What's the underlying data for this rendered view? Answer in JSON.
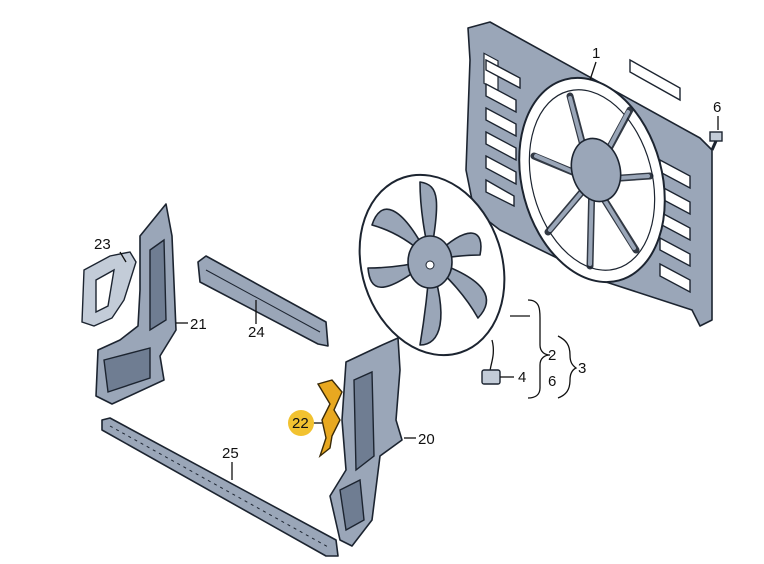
{
  "diagram": {
    "title": "Radiator fan shroud assembly exploded view",
    "highlight_color": "#f2c230",
    "part_color": "#9aa6b8",
    "labels": {
      "p1": "1",
      "p6a": "6",
      "p2": "2",
      "p3": "3",
      "p6b": "6",
      "p4": "4",
      "p23": "23",
      "p21": "21",
      "p24": "24",
      "p22": "22",
      "p20": "20",
      "p25": "25"
    }
  }
}
